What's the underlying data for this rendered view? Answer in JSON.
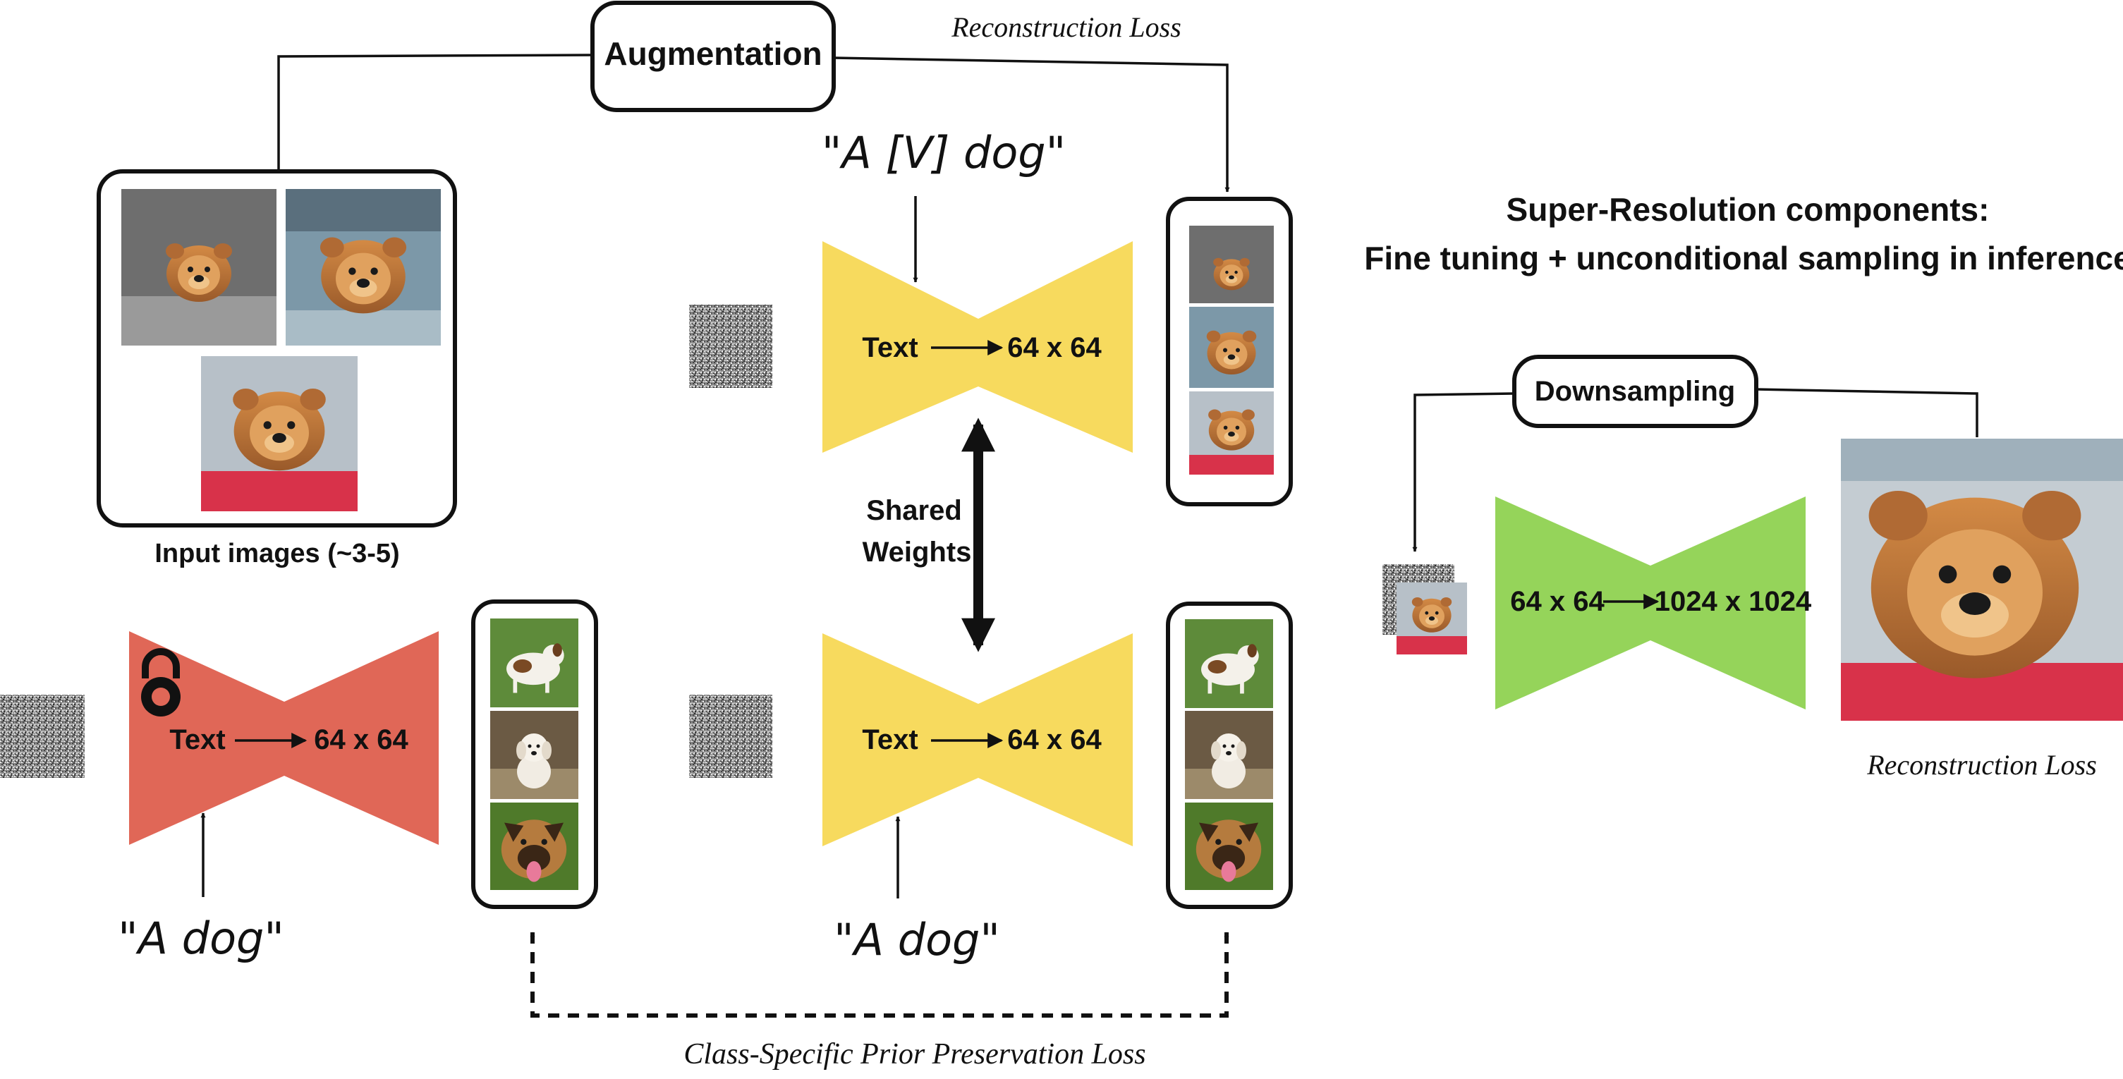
{
  "diagram": {
    "augmentation_label": "Augmentation",
    "reconstruction_loss_top": "Reconstruction Loss",
    "input_images_caption": "Input images (~3-5)",
    "prompt_subject": "\"A [V] dog\"",
    "prompt_class_left": "\"A dog\"",
    "prompt_class_center": "\"A dog\"",
    "shared_weights_line1": "Shared",
    "shared_weights_line2": "Weights",
    "class_prior_loss": "Class-Specific Prior Preservation Loss",
    "sr_title_line1": "Super-Resolution components:",
    "sr_title_line2": "Fine tuning + unconditional sampling in inference",
    "downsampling_label": "Downsampling",
    "reconstruction_loss_right": "Reconstruction Loss",
    "models": {
      "frozen": {
        "input": "Text",
        "output": "64 x 64",
        "color": "#e06757"
      },
      "subject": {
        "input": "Text",
        "output": "64 x 64",
        "color": "#f7da5e"
      },
      "class": {
        "input": "Text",
        "output": "64 x 64",
        "color": "#f7da5e"
      },
      "super_res": {
        "input": "64 x 64",
        "output": "1024 x 1024",
        "color": "#95d45a"
      }
    },
    "icons": [
      "lock-icon",
      "noise-image",
      "dog-image"
    ]
  }
}
